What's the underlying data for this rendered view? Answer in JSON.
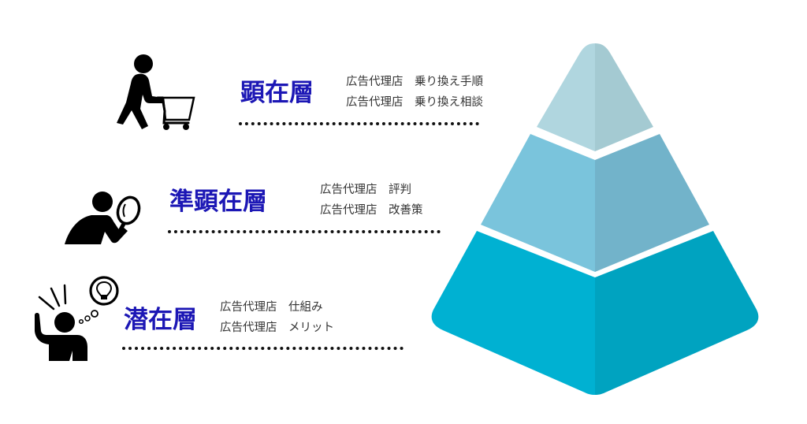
{
  "diagram": {
    "type": "pyramid",
    "colors": {
      "title_text": "#1c17b5",
      "keyword_text": "#333333",
      "dotted_line": "#111111",
      "tier_top_left": "#b0d6df",
      "tier_top_right": "#a4cad2",
      "tier_middle_left": "#7ac4dc",
      "tier_middle_right": "#72b3ca",
      "tier_bottom_left": "#00b1d2",
      "tier_bottom_right": "#00a3c0",
      "separator": "#ffffff"
    },
    "tiers": [
      {
        "title": "顕在層",
        "icon": "person-with-shopping-cart-icon",
        "keywords": [
          "広告代理店　乗り換え手順",
          "広告代理店　乗り換え相談"
        ],
        "pyramid_position": "top"
      },
      {
        "title": "準顕在層",
        "icon": "person-with-magnifying-glass-icon",
        "keywords": [
          "広告代理店　評判",
          "広告代理店　改善策"
        ],
        "pyramid_position": "middle"
      },
      {
        "title": "潜在層",
        "icon": "person-with-idea-lightbulb-icon",
        "keywords": [
          "広告代理店　仕組み",
          "広告代理店　メリット"
        ],
        "pyramid_position": "bottom"
      }
    ]
  }
}
